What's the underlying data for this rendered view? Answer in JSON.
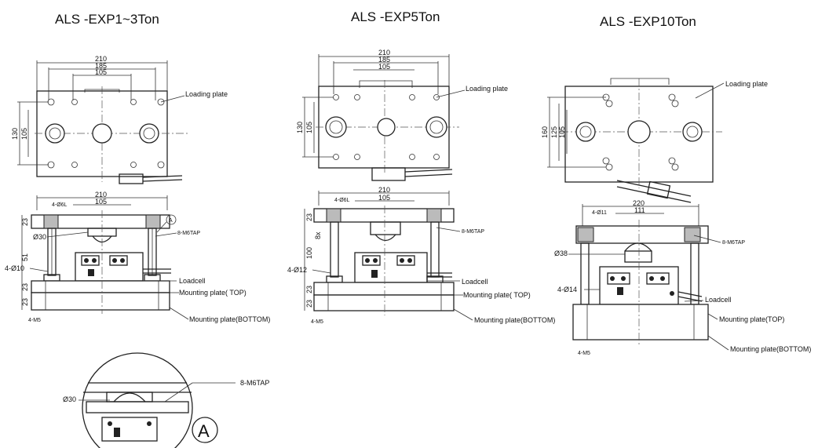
{
  "titles": {
    "t1": "ALS -EXP1~3Ton",
    "t2": "ALS -EXP5Ton",
    "t3": "ALS -EXP10Ton"
  },
  "dims": {
    "d210": "210",
    "d185": "185",
    "d105": "105",
    "d130": "130",
    "d160": "160",
    "d125": "125",
    "d220": "220",
    "d111": "111",
    "d23": "23",
    "d51": "51",
    "d100": "100",
    "d8x": "8x",
    "o30": "Ø30",
    "o38": "Ø38",
    "h4010": "4-Ø10",
    "h4012": "4-Ø12",
    "h4014": "4-Ø14",
    "cb1": "4-Ø6L",
    "cb2": "4-Ø11",
    "m65": "4-M5",
    "circA": "A"
  },
  "labels": {
    "loading_plate": "Loading plate",
    "m6tap": "8-M6TAP",
    "m6tap_big": "8-M6TAP",
    "loadcell": "Loadcell",
    "mp_top1": "Mounting plate( TOP)",
    "mp_top2": "Mounting plate( TOP)",
    "mp_top3": "Mounting plate(TOP)",
    "mp_bottom": "Mounting plate(BOTTOM)"
  }
}
